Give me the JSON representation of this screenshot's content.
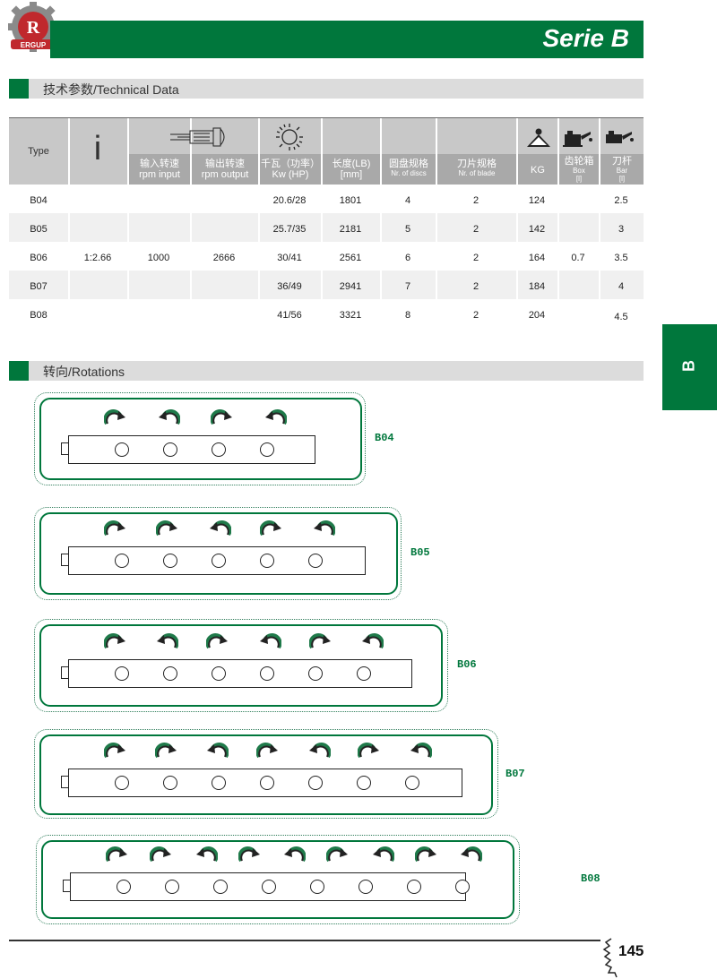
{
  "header": {
    "series_title": "Serie B",
    "logo_text": "ERGUP",
    "colors": {
      "brand_green": "#00773c",
      "gray_bar": "#dcdcdc"
    }
  },
  "section_technical": {
    "title": "技术参数/Technical Data"
  },
  "section_rotations": {
    "title": "转向/Rotations"
  },
  "side_tab": {
    "label": "B"
  },
  "table": {
    "headers": {
      "type": "Type",
      "ratio_symbol": "i",
      "rpm_input_cn": "输入转速",
      "rpm_input_en": "rpm input",
      "rpm_output_cn": "输出转速",
      "rpm_output_en": "rpm output",
      "power_cn": "千瓦（功率）",
      "power_en": "Kw (HP)",
      "length_cn": "长度(LB)",
      "length_en": "[mm]",
      "discs_cn": "圆盘规格",
      "discs_en": "Nr. of discs",
      "blade_cn": "刀片规格",
      "blade_en": "Nr. of blade",
      "weight": "KG",
      "box_cn": "齿轮箱",
      "box_en": "Box",
      "box_unit": "[l]",
      "bar_cn": "刀杆",
      "bar_en": "Bar",
      "bar_unit": "[l]"
    },
    "shared": {
      "ratio": "1:2.66",
      "rpm_input": "1000",
      "rpm_output": "2666",
      "box": "0.7"
    },
    "rows": [
      {
        "type": "B04",
        "power": "20.6/28",
        "length": "1801",
        "discs": "4",
        "blade": "2",
        "kg": "124",
        "bar": "2.5"
      },
      {
        "type": "B05",
        "power": "25.7/35",
        "length": "2181",
        "discs": "5",
        "blade": "2",
        "kg": "142",
        "bar": "3"
      },
      {
        "type": "B06",
        "power": "30/41",
        "length": "2561",
        "discs": "6",
        "blade": "2",
        "kg": "164",
        "bar": "3.5"
      },
      {
        "type": "B07",
        "power": "36/49",
        "length": "2941",
        "discs": "7",
        "blade": "2",
        "kg": "184",
        "bar": "4"
      },
      {
        "type": "B08",
        "power": "41/56",
        "length": "3321",
        "discs": "8",
        "blade": "2",
        "kg": "204",
        "bar": "4.5"
      }
    ]
  },
  "rotations": [
    {
      "label": "B04",
      "discs": 4,
      "arrows": [
        "cw",
        "ccw",
        "cw",
        "ccw"
      ]
    },
    {
      "label": "B05",
      "discs": 5,
      "arrows": [
        "cw",
        "cw",
        "ccw",
        "cw",
        "ccw"
      ]
    },
    {
      "label": "B06",
      "discs": 6,
      "arrows": [
        "cw",
        "ccw",
        "cw",
        "ccw",
        "cw",
        "ccw"
      ]
    },
    {
      "label": "B07",
      "discs": 7,
      "arrows": [
        "cw",
        "cw",
        "ccw",
        "cw",
        "ccw",
        "cw",
        "ccw"
      ]
    },
    {
      "label": "B08",
      "discs": 8,
      "arrows": [
        "cw",
        "cw",
        "ccw",
        "cw",
        "ccw",
        "cw",
        "ccw",
        "cw",
        "ccw"
      ]
    }
  ],
  "footer": {
    "page_number": "145"
  }
}
